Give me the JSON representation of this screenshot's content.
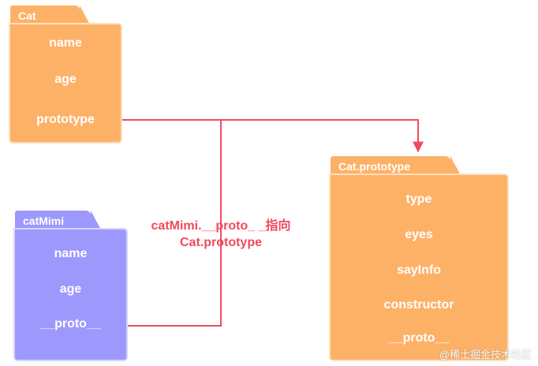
{
  "colors": {
    "cat": "#fdb167",
    "catimimi": "#9d98fc",
    "link": "#f04a5f"
  },
  "cat": {
    "title": "Cat",
    "rows": [
      "name",
      "age",
      "prototype"
    ]
  },
  "catMimi": {
    "title": "catMimi",
    "rows": [
      "name",
      "age",
      "__proto__"
    ]
  },
  "catPrototype": {
    "title": "Cat.prototype",
    "rows": [
      "type",
      "eyes",
      "sayInfo",
      "constructor",
      "__proto__"
    ]
  },
  "caption": {
    "line1": "catMimi.__proto_ _指向",
    "line2": "Cat.prototype"
  },
  "watermark": "@稀土掘金技术社区"
}
